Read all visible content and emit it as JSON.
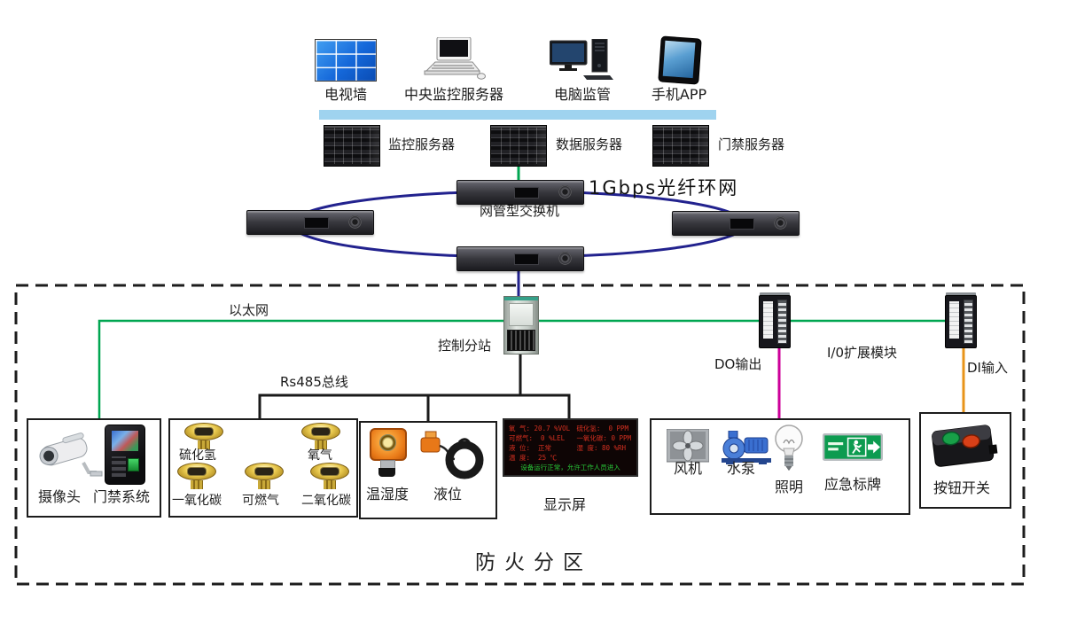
{
  "colors": {
    "fiber_ring_blue": "#22228e",
    "ethernet_green": "#00a651",
    "do_line_magenta": "#cc0099",
    "di_line_orange": "#e8941a",
    "bus_line_black": "#1a1a1a",
    "highlight_bar_blue": "#9fd3ef",
    "led_text_red": "#d63020",
    "led_text_green": "#28c838"
  },
  "top_devices": [
    {
      "label": "电视墙",
      "icon": "tv-wall-icon"
    },
    {
      "label": "中央监控服务器",
      "icon": "central-monitor-server-icon"
    },
    {
      "label": "电脑监管",
      "icon": "pc-monitor-icon"
    },
    {
      "label": "手机APP",
      "icon": "tablet-icon"
    }
  ],
  "server_row": [
    {
      "label": "监控服务器",
      "icon": "rack-server-icon"
    },
    {
      "label": "数据服务器",
      "icon": "rack-server-icon"
    },
    {
      "label": "门禁服务器",
      "icon": "rack-server-icon"
    }
  ],
  "ring_network": {
    "title": "1Gbps光纤环网",
    "switch_label": "网管型交换机"
  },
  "field_network": {
    "ethernet_label": "以太网",
    "rs485_label": "Rs485总线",
    "control_station_label": "控制分站",
    "do_output_label": "DO输出",
    "io_expansion_label": "I/0扩展模块",
    "di_input_label": "DI输入"
  },
  "zone": {
    "label": "防火分区",
    "camera_box": {
      "items": [
        {
          "label": "摄像头",
          "icon": "cctv-camera-icon"
        },
        {
          "label": "门禁系统",
          "icon": "access-control-icon"
        }
      ]
    },
    "gas_box": {
      "items": [
        {
          "label": "硫化氢",
          "icon": "gas-detector-icon"
        },
        {
          "label": "氧气",
          "icon": "gas-detector-icon"
        },
        {
          "label": "一氧化碳",
          "icon": "gas-detector-icon"
        },
        {
          "label": "可燃气",
          "icon": "gas-detector-icon"
        },
        {
          "label": "二氧化碳",
          "icon": "gas-detector-icon"
        }
      ]
    },
    "env_box": {
      "items": [
        {
          "label": "温湿度",
          "icon": "temp-humidity-sensor-icon"
        },
        {
          "label": "液位",
          "icon": "liquid-level-sensor-icon"
        }
      ]
    },
    "display": {
      "label": "显示屏",
      "rows": [
        {
          "left": "氧 气: 20.7 %VOL",
          "right": "硫化氢:  0 PPM"
        },
        {
          "left": "可燃气:  0 %LEL",
          "right": "一氧化碳: 0 PPM"
        },
        {
          "left": "液 位:  正常",
          "right": "湿 度: 80 %RH"
        },
        {
          "left": "温 度:  25 ℃",
          "right": ""
        }
      ],
      "status": "设备运行正常，允许工作人员进入"
    },
    "actuator_box": {
      "items": [
        {
          "label": "风机",
          "icon": "fan-icon"
        },
        {
          "label": "水泵",
          "icon": "water-pump-icon"
        },
        {
          "label": "照明",
          "icon": "light-bulb-icon"
        },
        {
          "label": "应急标牌",
          "icon": "emergency-exit-sign-icon"
        }
      ]
    },
    "button_box": {
      "label": "按钮开关",
      "icon": "push-button-switch-icon"
    }
  }
}
